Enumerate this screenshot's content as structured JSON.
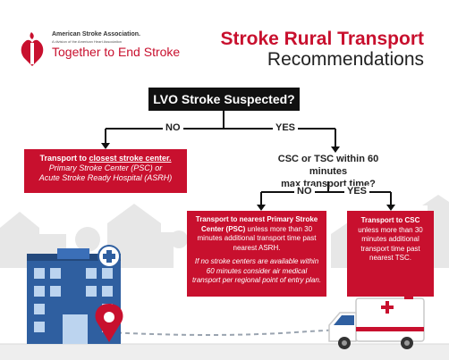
{
  "logo": {
    "org": "American Stroke Association.",
    "division": "A division of the American Heart Association",
    "tagline": "Together to End Stroke"
  },
  "title": {
    "line1": "Stroke Rural Transport",
    "line2": "Recommendations"
  },
  "question1": "LVO Stroke Suspected?",
  "branch1": {
    "no": "NO",
    "yes": "YES"
  },
  "left_box": {
    "lead": "Transport to ",
    "emph": "closest stroke center.",
    "line2": "Primary Stroke Center (PSC) or",
    "line3": "Acute Stroke Ready Hospital (ASRH)"
  },
  "question2": {
    "line1": "CSC or TSC within 60 minutes",
    "line2": "max transport time?"
  },
  "branch2": {
    "no": "NO",
    "yes": "YES"
  },
  "mid_box": {
    "lead": "Transport to nearest Primary Stroke Center (PSC)",
    "rest": " unless more than 30 minutes additional transport time past nearest ASRH.",
    "note": "If no stroke centers are available within 60 minutes consider air medical transport per regional point of entry plan."
  },
  "right_box": {
    "lead": "Transport to CSC",
    "rest": "unless more than 30 minutes additional transport time past nearest TSC."
  },
  "colors": {
    "brand_red": "#c8102e",
    "black": "#111111",
    "building_blue": "#2f5fa0",
    "silhouette_gray": "#e6e6e6"
  }
}
